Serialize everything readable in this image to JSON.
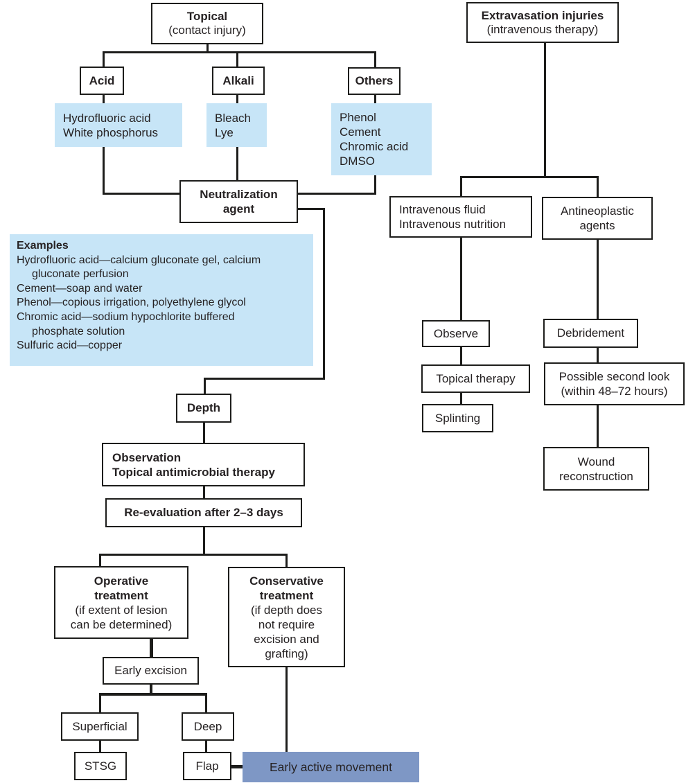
{
  "colors": {
    "light_blue": "#c7e5f7",
    "dark_blue": "#7e97c5",
    "line": "#1d1d1b",
    "text": "#262223"
  },
  "contact": {
    "root_title": "Topical",
    "root_subtitle": "(contact injury)",
    "branches": {
      "acid": {
        "label": "Acid",
        "examples": [
          "Hydrofluoric acid",
          "White phosphorus"
        ]
      },
      "alkali": {
        "label": "Alkali",
        "examples": [
          "Bleach",
          "Lye"
        ]
      },
      "others": {
        "label": "Others",
        "examples": [
          "Phenol",
          "Cement",
          "Chromic acid",
          "DMSO"
        ]
      }
    },
    "neutralization": {
      "line1": "Neutralization",
      "line2": "agent"
    },
    "examples_note": {
      "title": "Examples",
      "lines": [
        "Hydrofluoric acid—calcium gluconate gel, calcium",
        "gluconate perfusion",
        "Cement—soap and water",
        "Phenol—copious irrigation, polyethylene glycol",
        "Chromic acid—sodium hypochlorite buffered",
        "phosphate solution",
        "Sulfuric acid—copper"
      ]
    },
    "depth": "Depth",
    "observation_line1": "Observation",
    "observation_line2": "Topical antimicrobial therapy",
    "reevaluation": "Re-evaluation after 2–3 days",
    "operative": {
      "title1": "Operative",
      "title2": "treatment",
      "note1": "(if extent of lesion",
      "note2": "can be determined)"
    },
    "conservative": {
      "title1": "Conservative",
      "title2": "treatment",
      "note1": "(if depth does",
      "note2": "not require",
      "note3": "excision and",
      "note4": "grafting)"
    },
    "early_excision": "Early excision",
    "superficial": "Superficial",
    "deep": "Deep",
    "stsg": "STSG",
    "flap": "Flap",
    "early_active_movement": "Early active movement"
  },
  "extravasation": {
    "root_title": "Extravasation injuries",
    "root_subtitle": "(intravenous therapy)",
    "iv_fluid_line1": "Intravenous fluid",
    "iv_fluid_line2": "Intravenous nutrition",
    "antineoplastic_line1": "Antineoplastic",
    "antineoplastic_line2": "agents",
    "observe": "Observe",
    "topical_therapy": "Topical therapy",
    "splinting": "Splinting",
    "debridement": "Debridement",
    "second_look_line1": "Possible second look",
    "second_look_line2": "(within 48–72 hours)",
    "wound_line1": "Wound",
    "wound_line2": "reconstruction"
  }
}
